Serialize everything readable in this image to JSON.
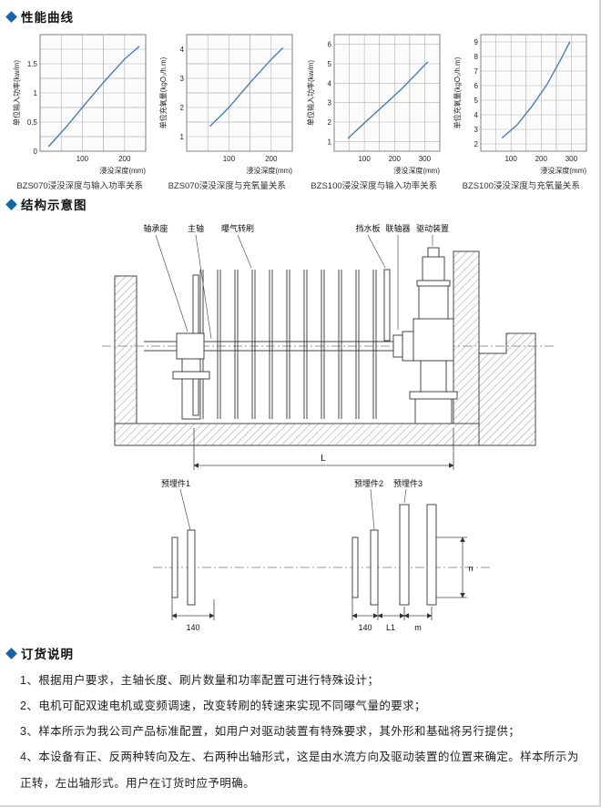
{
  "sections": {
    "performance": "性能曲线",
    "structure": "结构示意图",
    "ordering": "订货说明"
  },
  "chart_data": [
    {
      "type": "line",
      "caption": "BZS070浸没深度与输入功率关系",
      "xlabel": "浸没深度(mm)",
      "ylabel": "单位输入功率(kw/m)",
      "xlim": [
        0,
        250
      ],
      "ylim": [
        0,
        2
      ],
      "xticks": [
        100,
        200
      ],
      "yticks": [
        0,
        0.5,
        1,
        1.5
      ],
      "points": [
        [
          20,
          0.08
        ],
        [
          60,
          0.4
        ],
        [
          100,
          0.75
        ],
        [
          150,
          1.18
        ],
        [
          200,
          1.58
        ],
        [
          235,
          1.8
        ]
      ]
    },
    {
      "type": "line",
      "caption": "BZS070浸没深度与充氧量关系",
      "xlabel": "浸没深度(mm)",
      "ylabel": "单位充氧量(kgO₂/h.m)",
      "xlim": [
        0,
        250
      ],
      "ylim": [
        0.5,
        4.5
      ],
      "xticks": [
        100,
        200
      ],
      "yticks": [
        1,
        2,
        3,
        4
      ],
      "points": [
        [
          55,
          1.35
        ],
        [
          100,
          2.0
        ],
        [
          150,
          2.85
        ],
        [
          200,
          3.65
        ],
        [
          228,
          4.05
        ]
      ]
    },
    {
      "type": "line",
      "caption": "BZS100浸没深度与输入功率关系",
      "xlabel": "浸没深度(mm)",
      "ylabel": "单位输入功率(kw/m)",
      "xlim": [
        0,
        350
      ],
      "ylim": [
        0.5,
        6.5
      ],
      "xticks": [
        100,
        200,
        300
      ],
      "yticks": [
        1,
        2,
        3,
        4,
        5,
        6
      ],
      "points": [
        [
          45,
          1.15
        ],
        [
          100,
          1.95
        ],
        [
          160,
          2.8
        ],
        [
          220,
          3.65
        ],
        [
          270,
          4.45
        ],
        [
          310,
          5.1
        ]
      ]
    },
    {
      "type": "line",
      "caption": "BZS100浸没深度与充氧量关系",
      "xlabel": "浸没深度(mm)",
      "ylabel": "单位充氧量(kgO₂/h.m)",
      "xlim": [
        0,
        350
      ],
      "ylim": [
        1.5,
        9.5
      ],
      "xticks": [
        100,
        200,
        300
      ],
      "yticks": [
        2,
        3,
        4,
        5,
        6,
        7,
        8,
        9
      ],
      "points": [
        [
          70,
          2.4
        ],
        [
          120,
          3.3
        ],
        [
          170,
          4.6
        ],
        [
          220,
          6.1
        ],
        [
          265,
          7.8
        ],
        [
          295,
          9.0
        ]
      ]
    }
  ],
  "diagram": {
    "part_labels": [
      "轴承座",
      "主轴",
      "曝气转刷",
      "挡水板",
      "联轴器",
      "驱动装置"
    ],
    "embed_labels": [
      "预埋件1",
      "预埋件2",
      "预埋件3"
    ],
    "dims": {
      "L": "L",
      "d140a": "140",
      "d140b": "140",
      "L1": "L1",
      "m": "m",
      "n": "n"
    }
  },
  "ordering_notes": [
    "1、根据用户要求，主轴长度、刷片数量和功率配置可进行特殊设计；",
    "2、电机可配双速电机或变频调速，改变转刷的转速来实现不同曝气量的要求；",
    "3、样本所示为我公司产品标准配置，如用户对驱动装置有特殊要求，其外形和基础将另行提供；",
    "4、本设备有正、反两种转向及左、右两种出轴形式，这是由水流方向及驱动装置的位置来确定。样本所示为正转，左出轴形式。用户在订货时应予明确。"
  ],
  "colors": {
    "accent": "#1565a8",
    "curve": "#4a7fb5"
  }
}
